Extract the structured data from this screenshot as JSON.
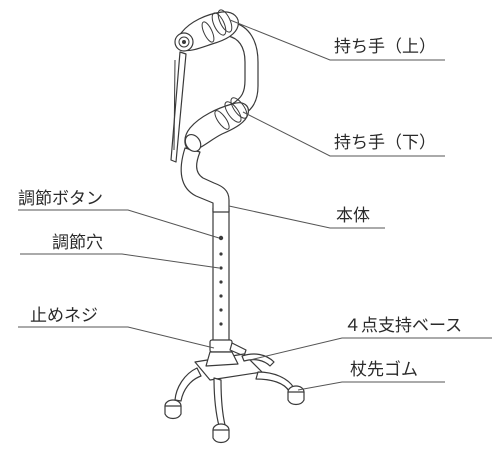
{
  "labels": {
    "grip_upper": "持ち手（上）",
    "grip_lower": "持ち手（下）",
    "adjust_button": "調節ボタン",
    "body": "本体",
    "adjust_hole": "調節穴",
    "lock_screw": "止めネジ",
    "quad_base": "４点支持ベース",
    "tip_rubber": "杖先ゴム"
  },
  "colors": {
    "line": "#3a3a3a",
    "text": "#2a2a2a",
    "background": "#ffffff"
  }
}
